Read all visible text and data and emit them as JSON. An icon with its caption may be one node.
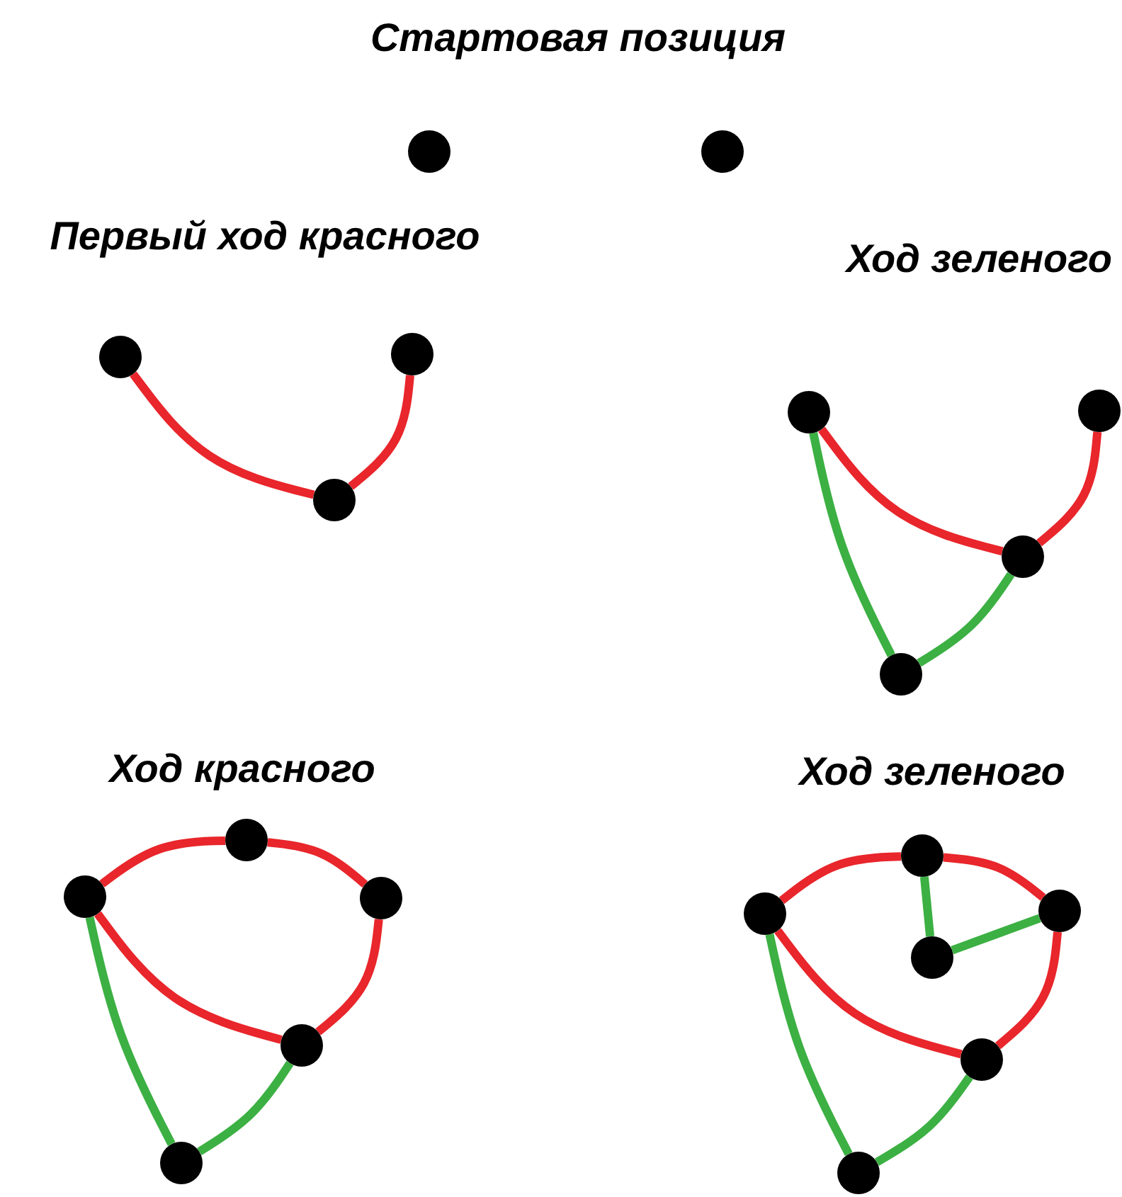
{
  "diagram": {
    "title": "Стартовая позиция",
    "nodes": [
      {
        "text": [],
        "shape": "circle"
      },
      {
        "text": [],
        "shape": "circle"
      },
      {
        "text": [],
        "shape": "circle"
      },
      {
        "text": [],
        "shape": "circle"
      },
      {
        "text": [],
        "shape": "circle"
      },
      {
        "text": [],
        "shape": "circle"
      },
      {
        "text": [],
        "shape": "circle"
      },
      {
        "text": [],
        "shape": "circle"
      },
      {
        "text": [],
        "shape": "circle"
      },
      {
        "text": [],
        "shape": "circle"
      },
      {
        "text": [],
        "shape": "circle"
      },
      {
        "text": [],
        "shape": "circle"
      },
      {
        "text": [],
        "shape": "circle"
      },
      {
        "text": [],
        "shape": "circle"
      },
      {
        "text": [],
        "shape": "circle"
      },
      {
        "text": [],
        "shape": "circle"
      },
      {
        "text": [],
        "shape": "circle"
      },
      {
        "text": [],
        "shape": "circle"
      },
      {
        "text": [],
        "shape": "circle"
      },
      {
        "text": [],
        "shape": "circle"
      }
    ],
    "edges": [
      {
        "from": 2,
        "to": 4,
        "arrow": "none"
      },
      {
        "from": 4,
        "to": 3,
        "arrow": "none"
      },
      {
        "from": 5,
        "to": 7,
        "arrow": "none"
      },
      {
        "from": 7,
        "to": 6,
        "arrow": "none"
      },
      {
        "from": 5,
        "to": 8,
        "arrow": "none",
        "color": "#3cb043"
      },
      {
        "from": 8,
        "to": 7,
        "arrow": "none",
        "color": "#3cb043"
      },
      {
        "from": 9,
        "to": 10,
        "arrow": "none"
      },
      {
        "from": 10,
        "to": 11,
        "arrow": "none"
      },
      {
        "from": 9,
        "to": 12,
        "arrow": "none"
      },
      {
        "from": 12,
        "to": 11,
        "arrow": "none"
      },
      {
        "from": 9,
        "to": 13,
        "arrow": "none",
        "color": "#3cb043"
      },
      {
        "from": 13,
        "to": 12,
        "arrow": "none",
        "color": "#3cb043"
      },
      {
        "from": 14,
        "to": 15,
        "arrow": "none"
      },
      {
        "from": 15,
        "to": 16,
        "arrow": "none"
      },
      {
        "from": 15,
        "to": 17,
        "arrow": "none",
        "color": "#3cb043"
      },
      {
        "from": 17,
        "to": 16,
        "arrow": "none",
        "color": "#3cb043"
      },
      {
        "from": 14,
        "to": 18,
        "arrow": "none"
      },
      {
        "from": 18,
        "to": 16,
        "arrow": "none"
      },
      {
        "from": 14,
        "to": 19,
        "arrow": "none",
        "color": "#3cb043"
      },
      {
        "from": 19,
        "to": 18,
        "arrow": "none",
        "color": "#3cb043"
      }
    ],
    "labels": [
      "Первый ход красного",
      "Ход зеленого",
      "Ход красного",
      "Ход зеленого"
    ]
  }
}
